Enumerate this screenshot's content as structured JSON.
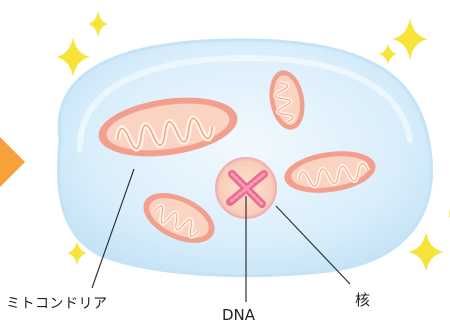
{
  "labels": {
    "mitochondria": "ミトコンドリア",
    "dna": "DNA",
    "nucleus": "核"
  },
  "colors": {
    "cell_fill": "#d9eefb",
    "cell_stroke": "#bcdff3",
    "mito_outer": "#f39f8e",
    "mito_inner": "#fbd3c3",
    "mito_cristae": "#fff3e6",
    "nucleus_fill": "#fbd7c6",
    "nucleus_ring": "#e98c95",
    "dna": "#ec6b8f",
    "sparkle": "#f7e43a",
    "arrow": "#f6a13a",
    "leader_line": "#333333"
  },
  "icons": [
    "sparkle-icon",
    "arrow-icon"
  ]
}
